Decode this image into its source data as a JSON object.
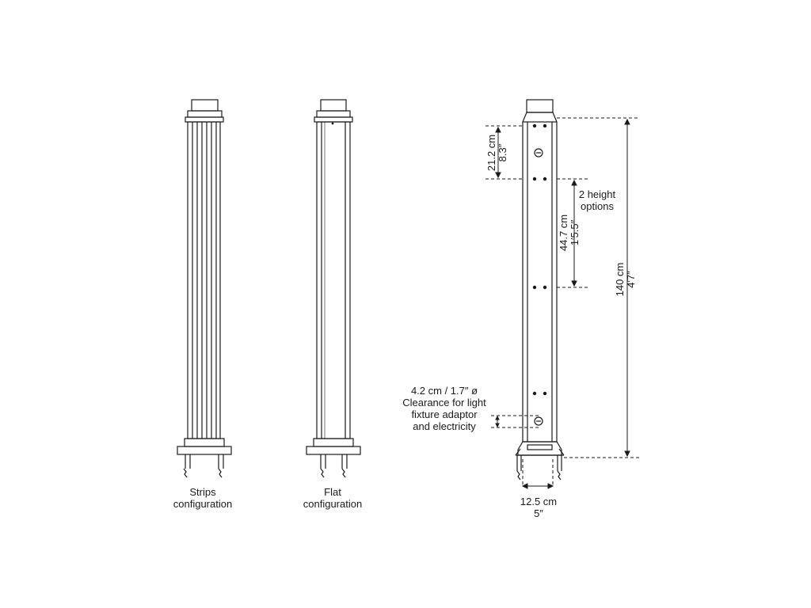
{
  "colors": {
    "line": "#1a1a1a",
    "background": "#ffffff"
  },
  "posts": {
    "strips": {
      "label_line1": "Strips",
      "label_line2": "configuration"
    },
    "flat": {
      "label_line1": "Flat",
      "label_line2": "configuration"
    }
  },
  "dimensions": {
    "top_offset": {
      "metric": "21.2 cm",
      "imperial": "8.3″"
    },
    "height_option": {
      "metric": "44.7 cm",
      "imperial": "1′5.5″",
      "note_line1": "2 height",
      "note_line2": "options"
    },
    "total_height": {
      "metric": "140 cm",
      "imperial": "4′7″"
    },
    "width": {
      "metric": "12.5 cm",
      "imperial": "5″"
    },
    "clearance": {
      "line1": "4.2 cm / 1.7″  ø",
      "line2": "Clearance for light",
      "line3": "fixture adaptor",
      "line4": "and electricity"
    }
  }
}
